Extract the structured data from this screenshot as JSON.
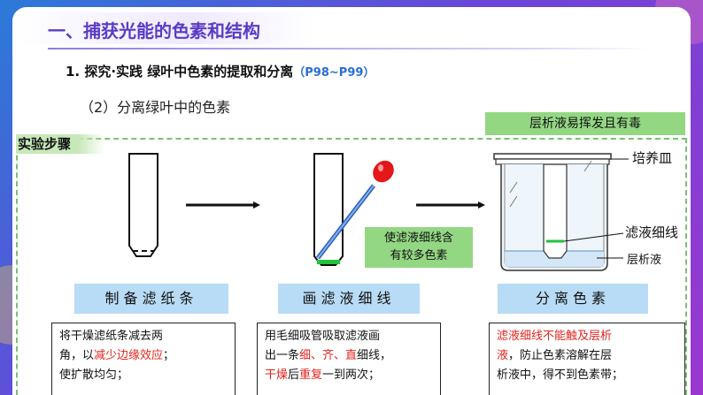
{
  "title": "一、捕获光能的色素和结构",
  "heading": {
    "text": "1. 探究·实践 绿叶中色素的提取和分离",
    "ref": "（P98~P99）"
  },
  "subheading": "（2）分离绿叶中的色素",
  "toxic_note": "层析液易挥发且有毒",
  "steps_label": "实验步骤",
  "pipette_note": [
    "使滤液细线含",
    "有较多色素"
  ],
  "beaker_labels": {
    "dish": "培养皿",
    "line": "滤液细线",
    "solvent": "层析液"
  },
  "steps": [
    {
      "caption": "制备滤纸条",
      "desc": [
        [
          {
            "t": "将干燥滤纸条减去两",
            "r": false
          }
        ],
        [
          {
            "t": "角，以",
            "r": false
          },
          {
            "t": "减少边缘效应",
            "r": true
          },
          {
            "t": "；",
            "r": false
          }
        ],
        [
          {
            "t": "使扩散均匀；",
            "r": false
          }
        ]
      ]
    },
    {
      "caption": "画滤液细线",
      "desc": [
        [
          {
            "t": "用毛细吸管吸取滤液画",
            "r": false
          }
        ],
        [
          {
            "t": "出一条",
            "r": false
          },
          {
            "t": "细、齐、直",
            "r": true
          },
          {
            "t": "细线，",
            "r": false
          }
        ],
        [
          {
            "t": "干燥",
            "r": true
          },
          {
            "t": "后",
            "r": false
          },
          {
            "t": "重复",
            "r": true
          },
          {
            "t": "一到两次；",
            "r": false
          }
        ]
      ]
    },
    {
      "caption": "分离色素",
      "desc": [
        [
          {
            "t": "滤液细线不能触及层析",
            "r": true
          }
        ],
        [
          {
            "t": "液",
            "r": true
          },
          {
            "t": "，防止色素溶解在层",
            "r": false
          }
        ],
        [
          {
            "t": "析液中，得不到色素带；",
            "r": false
          }
        ]
      ]
    }
  ],
  "colors": {
    "title": "#5b3bc4",
    "ref": "#2a6fd6",
    "highlight_green": "#93d783",
    "caption_blue": "#b8dcf6",
    "accent_red": "#e0241d",
    "pigment_line": "#22c23a"
  }
}
